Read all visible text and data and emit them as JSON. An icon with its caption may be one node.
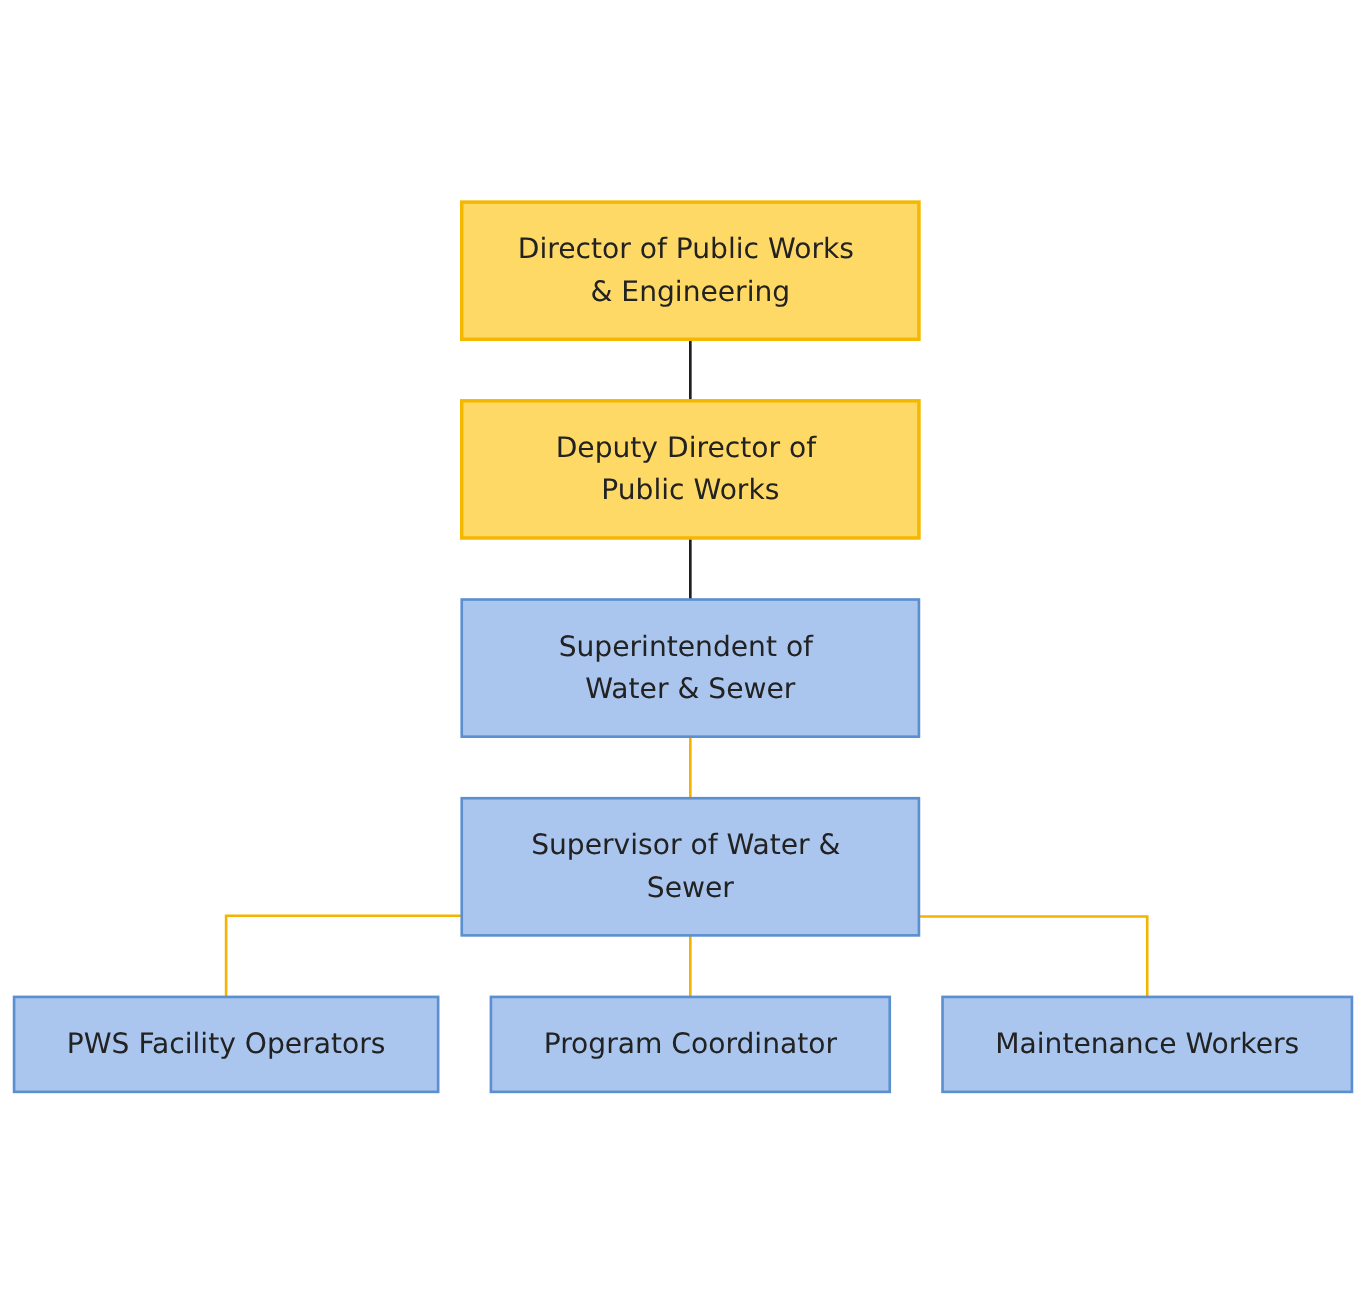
{
  "diagram": {
    "nodes": [
      {
        "text": [
          "Director of Public Works & Engineering"
        ]
      },
      {
        "text": [
          "Deputy Director of Public Works"
        ]
      },
      {
        "text": [
          "Superintendent of Water & Sewer"
        ]
      },
      {
        "text": [
          "Supervisor of Water & Sewer"
        ]
      },
      {
        "text": [
          "PWS Facility Operators"
        ]
      },
      {
        "text": [
          "Program Coordinator"
        ]
      },
      {
        "text": [
          "Maintenance Workers"
        ]
      }
    ],
    "edges": [
      {
        "from": 0,
        "to": 1,
        "arrow": "none",
        "color": "#1f1f1f"
      },
      {
        "from": 1,
        "to": 2,
        "arrow": "none",
        "color": "#1f1f1f"
      },
      {
        "from": 2,
        "to": 3,
        "arrow": "none"
      },
      {
        "from": 3,
        "to": 4,
        "arrow": "none"
      },
      {
        "from": 3,
        "to": 5,
        "arrow": "none"
      },
      {
        "from": 3,
        "to": 6,
        "arrow": "none"
      }
    ]
  }
}
